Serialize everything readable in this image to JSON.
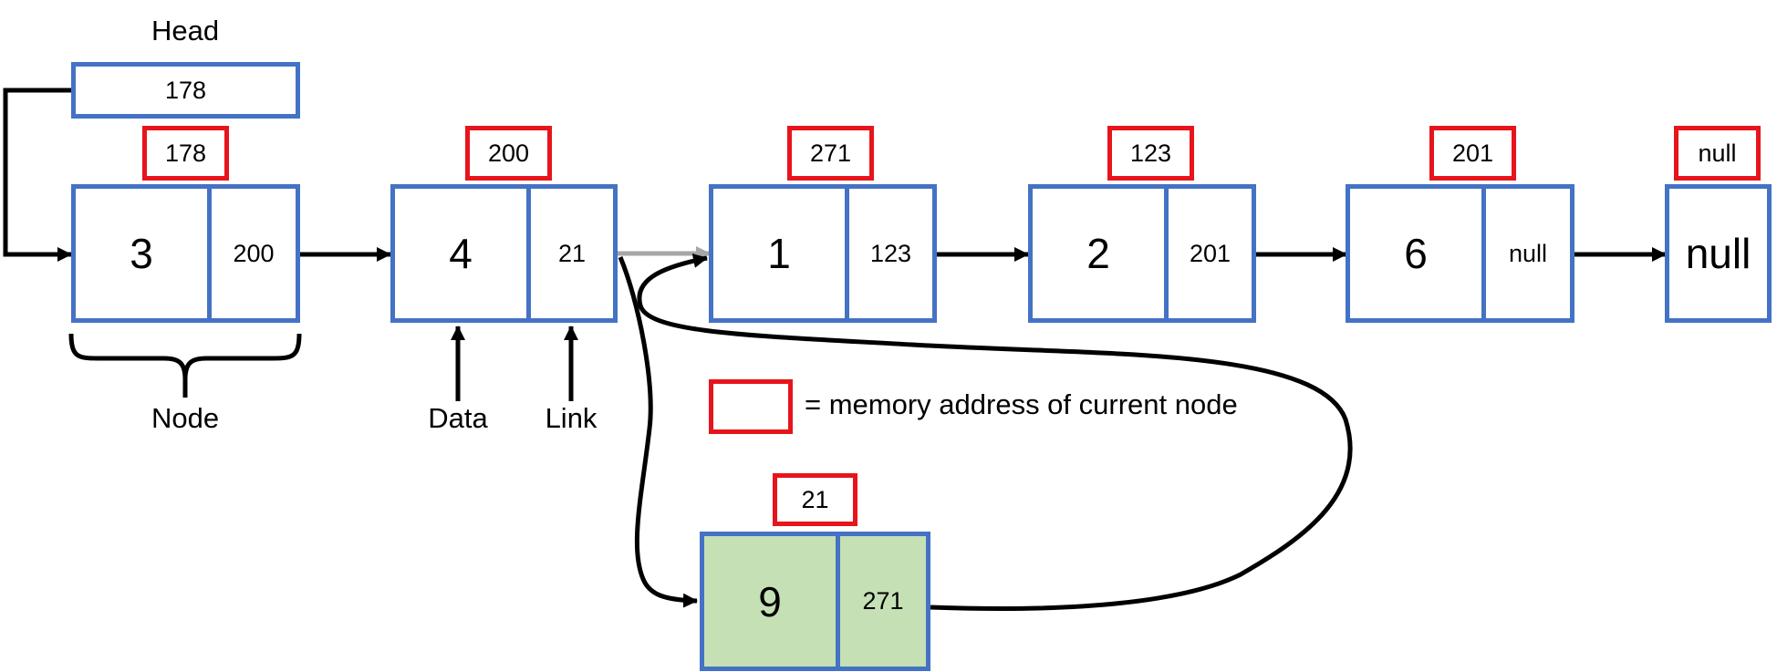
{
  "head": {
    "label": "Head",
    "value": "178"
  },
  "nodes": [
    {
      "address": "178",
      "data": "3",
      "link": "200"
    },
    {
      "address": "200",
      "data": "4",
      "link": "21"
    },
    {
      "address": "271",
      "data": "1",
      "link": "123"
    },
    {
      "address": "123",
      "data": "2",
      "link": "201"
    },
    {
      "address": "201",
      "data": "6",
      "link": "null"
    }
  ],
  "terminal": {
    "address": "null",
    "value": "null"
  },
  "inserted_node": {
    "address": "21",
    "data": "9",
    "link": "271"
  },
  "labels": {
    "node": "Node",
    "data": "Data",
    "link": "Link"
  },
  "legend": {
    "text": "= memory address of current node"
  },
  "colors": {
    "node_border": "#4472c4",
    "address_border": "#e8141b",
    "inserted_fill": "#c5e0b4",
    "old_link_arrow": "#a6a6a6",
    "arrow": "#000000"
  }
}
